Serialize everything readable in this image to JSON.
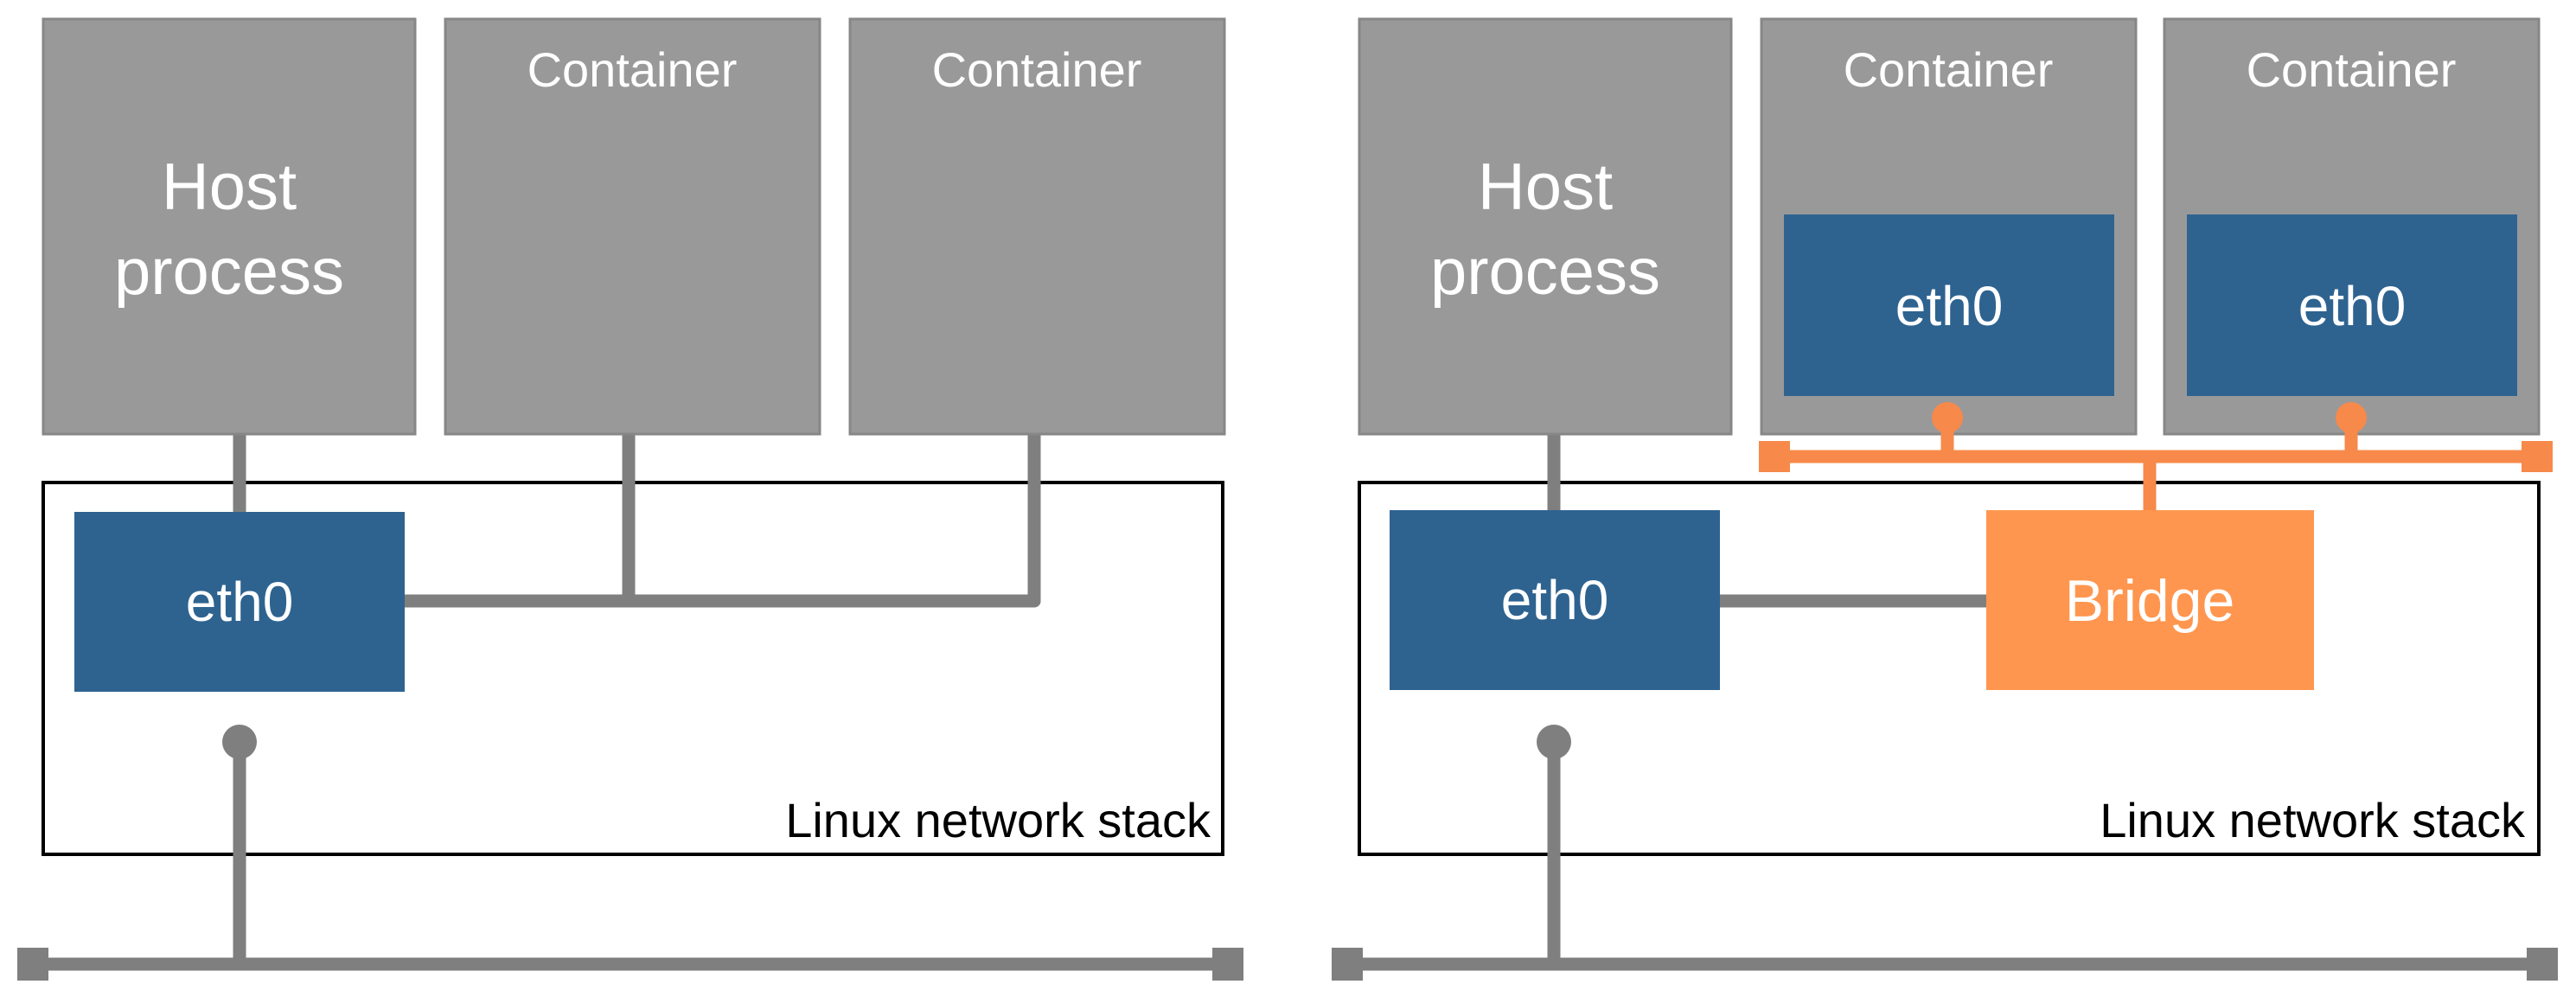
{
  "colors": {
    "gray_box": "#999999",
    "gray_line": "#7f7f7f",
    "blue": "#2e6390",
    "orange": "#ff964f",
    "orange_line": "#f7894a",
    "frame": "#000000"
  },
  "left": {
    "host": {
      "line1": "Host",
      "line2": "process"
    },
    "container_a": {
      "label": "Container"
    },
    "container_b": {
      "label": "Container"
    },
    "eth0": {
      "label": "eth0"
    },
    "stack": {
      "label": "Linux network stack"
    }
  },
  "right": {
    "host": {
      "line1": "Host",
      "line2": "process"
    },
    "container_a": {
      "label": "Container",
      "eth0": "eth0"
    },
    "container_b": {
      "label": "Container",
      "eth0": "eth0"
    },
    "eth0": {
      "label": "eth0"
    },
    "bridge": {
      "label": "Bridge"
    },
    "stack": {
      "label": "Linux network stack"
    }
  }
}
